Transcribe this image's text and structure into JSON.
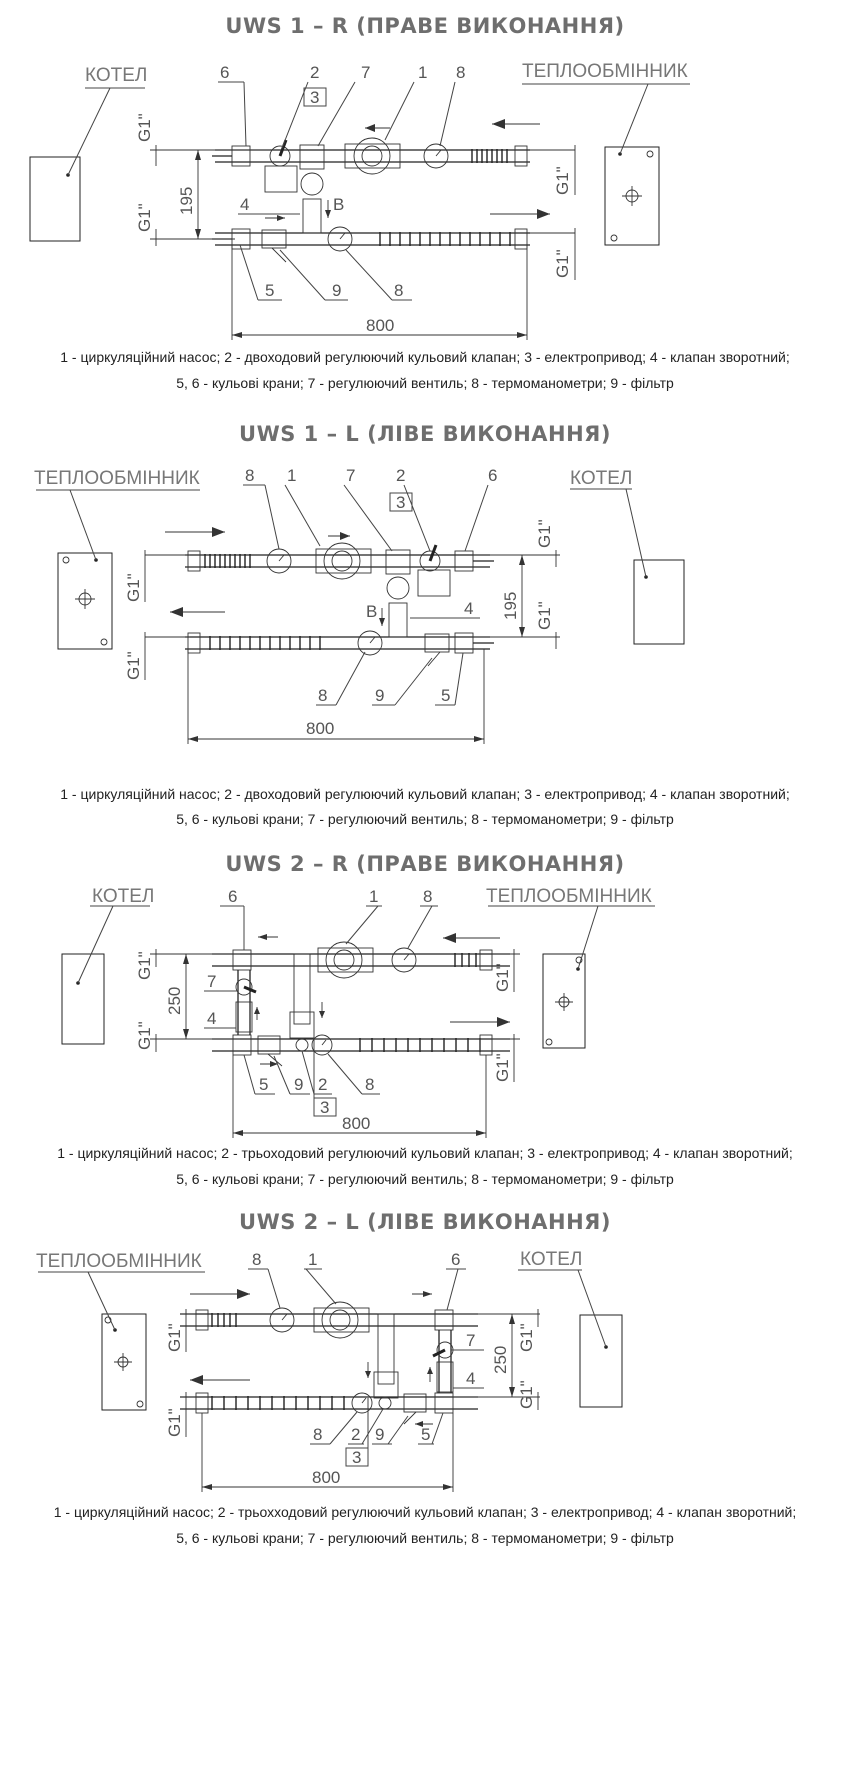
{
  "sections": [
    {
      "id": "uws1r",
      "title": "UWS 1 – R (ПРАВЕ ВИКОНАННЯ)",
      "left_box_label": "КОТЕЛ",
      "right_box_label": "ТЕПЛООБМІННИК",
      "center_labels": [
        "6",
        "2",
        "3",
        "7",
        "1",
        "8"
      ],
      "lower_labels": [
        "4",
        "5",
        "9",
        "8"
      ],
      "flow_label": "B",
      "dim_height": "195",
      "dim_width": "800",
      "pipe_size": "G1\"",
      "caption_line1": "1 - циркуляційний насос; 2 - двоходовий регулюючий кульовий клапан; 3 - електропривод; 4 - клапан зворотний;",
      "caption_line2": "5, 6 - кульові крани; 7 - регулюючий вентиль; 8 - термоманометри; 9 - фільтр"
    },
    {
      "id": "uws1l",
      "title": "UWS 1 – L (ЛІВЕ ВИКОНАННЯ)",
      "left_box_label": "ТЕПЛООБМІННИК",
      "right_box_label": "КОТЕЛ",
      "center_labels": [
        "8",
        "1",
        "7",
        "2",
        "3",
        "6"
      ],
      "lower_labels": [
        "4",
        "8",
        "9",
        "5"
      ],
      "flow_label": "B",
      "dim_height": "195",
      "dim_width": "800",
      "pipe_size": "G1\"",
      "caption_line1": "1 - циркуляційний насос; 2 - двоходовий регулюючий кульовий клапан; 3 - електропривод; 4 - клапан зворотний;",
      "caption_line2": "5, 6 - кульові крани; 7 - регулюючий вентиль; 8 - термоманометри; 9 - фільтр"
    },
    {
      "id": "uws2r",
      "title": "UWS 2 – R (ПРАВЕ ВИКОНАННЯ)",
      "left_box_label": "КОТЕЛ",
      "right_box_label": "ТЕПЛООБМІННИК",
      "center_labels": [
        "6",
        "1",
        "8"
      ],
      "side_labels": [
        "7",
        "4"
      ],
      "lower_labels": [
        "5",
        "9",
        "2",
        "8",
        "3"
      ],
      "dim_height": "250",
      "dim_width": "800",
      "pipe_size": "G1\"",
      "caption_line1": "1 - циркуляційний насос; 2 - трьоходовий регулюючий кульовий клапан; 3 - електропривод; 4 - клапан зворотний;",
      "caption_line2": "5, 6 - кульові крани; 7 - регулюючий вентиль; 8 - термоманометри; 9 - фільтр"
    },
    {
      "id": "uws2l",
      "title": "UWS 2 – L (ЛІВЕ ВИКОНАННЯ)",
      "left_box_label": "ТЕПЛООБМІННИК",
      "right_box_label": "КОТЕЛ",
      "center_labels": [
        "8",
        "1",
        "6"
      ],
      "side_labels": [
        "7",
        "4"
      ],
      "lower_labels": [
        "8",
        "2",
        "9",
        "5",
        "3"
      ],
      "dim_height": "250",
      "dim_width": "800",
      "pipe_size": "G1\"",
      "caption_line1": "1 - циркуляційний насос; 2 - трьохходовий регулюючий кульовий клапан; 3 - електропривод; 4 - клапан зворотний;",
      "caption_line2": "5, 6 - кульові крани; 7 - регулюючий вентиль; 8 - термоманометри; 9 - фільтр"
    }
  ]
}
